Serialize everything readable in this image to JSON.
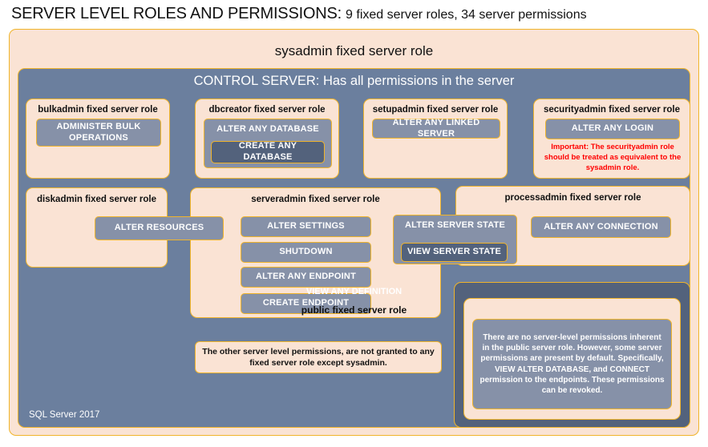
{
  "title": {
    "main": "SERVER LEVEL ROLES AND PERMISSIONS:",
    "subtitle": "9 fixed server roles, 34 server permissions"
  },
  "colors": {
    "peach_fill": "#fae3d4",
    "gold_border": "#f0b42b",
    "slate_fill": "#6b7f9e",
    "permission_fill": "#8691a8",
    "permission_dark_fill": "#53627c",
    "warning_text": "#ff0000"
  },
  "sysadmin": {
    "label": "sysadmin fixed server role"
  },
  "control_server": {
    "label": "CONTROL SERVER: Has all permissions in the server"
  },
  "footer": {
    "version": "SQL Server 2017"
  },
  "roles": {
    "bulkadmin": {
      "title": "bulkadmin fixed server role",
      "permissions": [
        "ADMINISTER  BULK OPERATIONS"
      ]
    },
    "dbcreator": {
      "title": "dbcreator fixed server role",
      "permissions": [
        "ALTER ANY DATABASE",
        "CREATE  ANY DATABASE"
      ]
    },
    "setupadmin": {
      "title": "setupadmin fixed server role",
      "permissions": [
        "ALTER ANY LINKED SERVER"
      ]
    },
    "securityadmin": {
      "title": "securityadmin fixed server role",
      "permissions": [
        "ALTER ANY LOGIN"
      ],
      "note": "Important:  The securityadmin role should  be treated as equivalent to the sysadmin role."
    },
    "diskadmin": {
      "title": "diskadmin fixed server role",
      "permissions": [
        "ALTER RESOURCES"
      ]
    },
    "serveradmin": {
      "title": "serveradmin fixed server role",
      "permissions": [
        "ALTER SETTINGS",
        "SHUTDOWN",
        "ALTER ANY ENDPOINT",
        "CREATE  ENDPOINT"
      ]
    },
    "processadmin": {
      "title": "processadmin fixed server role",
      "permissions": [
        "ALTER ANY CONNECTION"
      ]
    },
    "public": {
      "title": "public  fixed server role",
      "note": "There are no server-level permissions inherent in the public server role. However, some server permissions are present by default. Specifically, VIEW ALTER DATABASE, and CONNECT permission to the endpoints. These permissions can be revoked."
    }
  },
  "shared_permissions": {
    "alter_server_state": "ALTER SERVER  STATE",
    "view_server_state": "VIEW SERVER STATE",
    "view_any_definition": "VIEW  ANY DEFINITION"
  },
  "notes": {
    "other_permissions": "The other server level permissions, are not granted to any fixed server role except sysadmin."
  }
}
